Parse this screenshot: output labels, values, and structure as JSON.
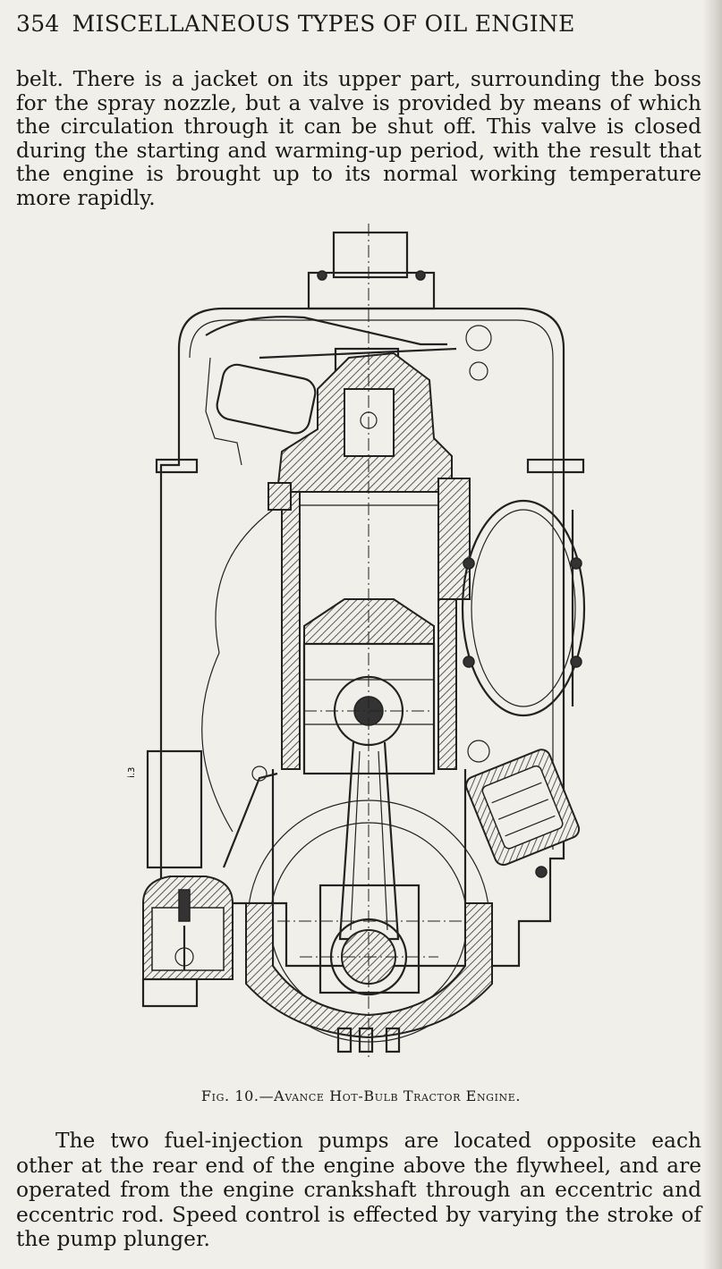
{
  "header": {
    "page_number": "354",
    "running_title": "MISCELLANEOUS TYPES OF OIL ENGINE"
  },
  "paragraphs": {
    "top": "belt. There is a jacket on its upper part, surrounding the boss for the spray nozzle, but a valve is provided by means of which the circulation through it can be shut off. This valve is closed during the starting and warming-up period, with the result that the engine is brought up to its normal working temperature more rapidly.",
    "bottom": "The two fuel-injection pumps are located opposite each other at the rear end of the engine above the flywheel, and are operated from the engine crankshaft through an eccentric and eccentric rod. Speed control is effected by varying the stroke of the pump plunger."
  },
  "figure": {
    "caption": "Fig. 10.—Avance Hot-Bulb Tractor Engine.",
    "margin_mark": "i.3"
  }
}
